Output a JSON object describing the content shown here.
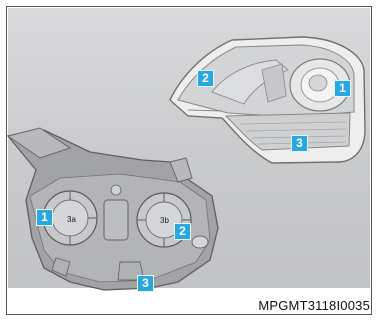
{
  "figure_code": "MPGMT3118I0035",
  "callouts": {
    "rear_lamp_1": "1",
    "rear_lamp_2": "2",
    "rear_lamp_3": "3",
    "front_lamp_1": "1",
    "front_lamp_2": "2",
    "front_lamp_3": "3"
  },
  "bulb_marks": {
    "left_bulb": "3a",
    "right_bulb": "3b"
  },
  "colors": {
    "callout_bg": "#28a8e0",
    "panel_bg": "#cbcccd"
  }
}
